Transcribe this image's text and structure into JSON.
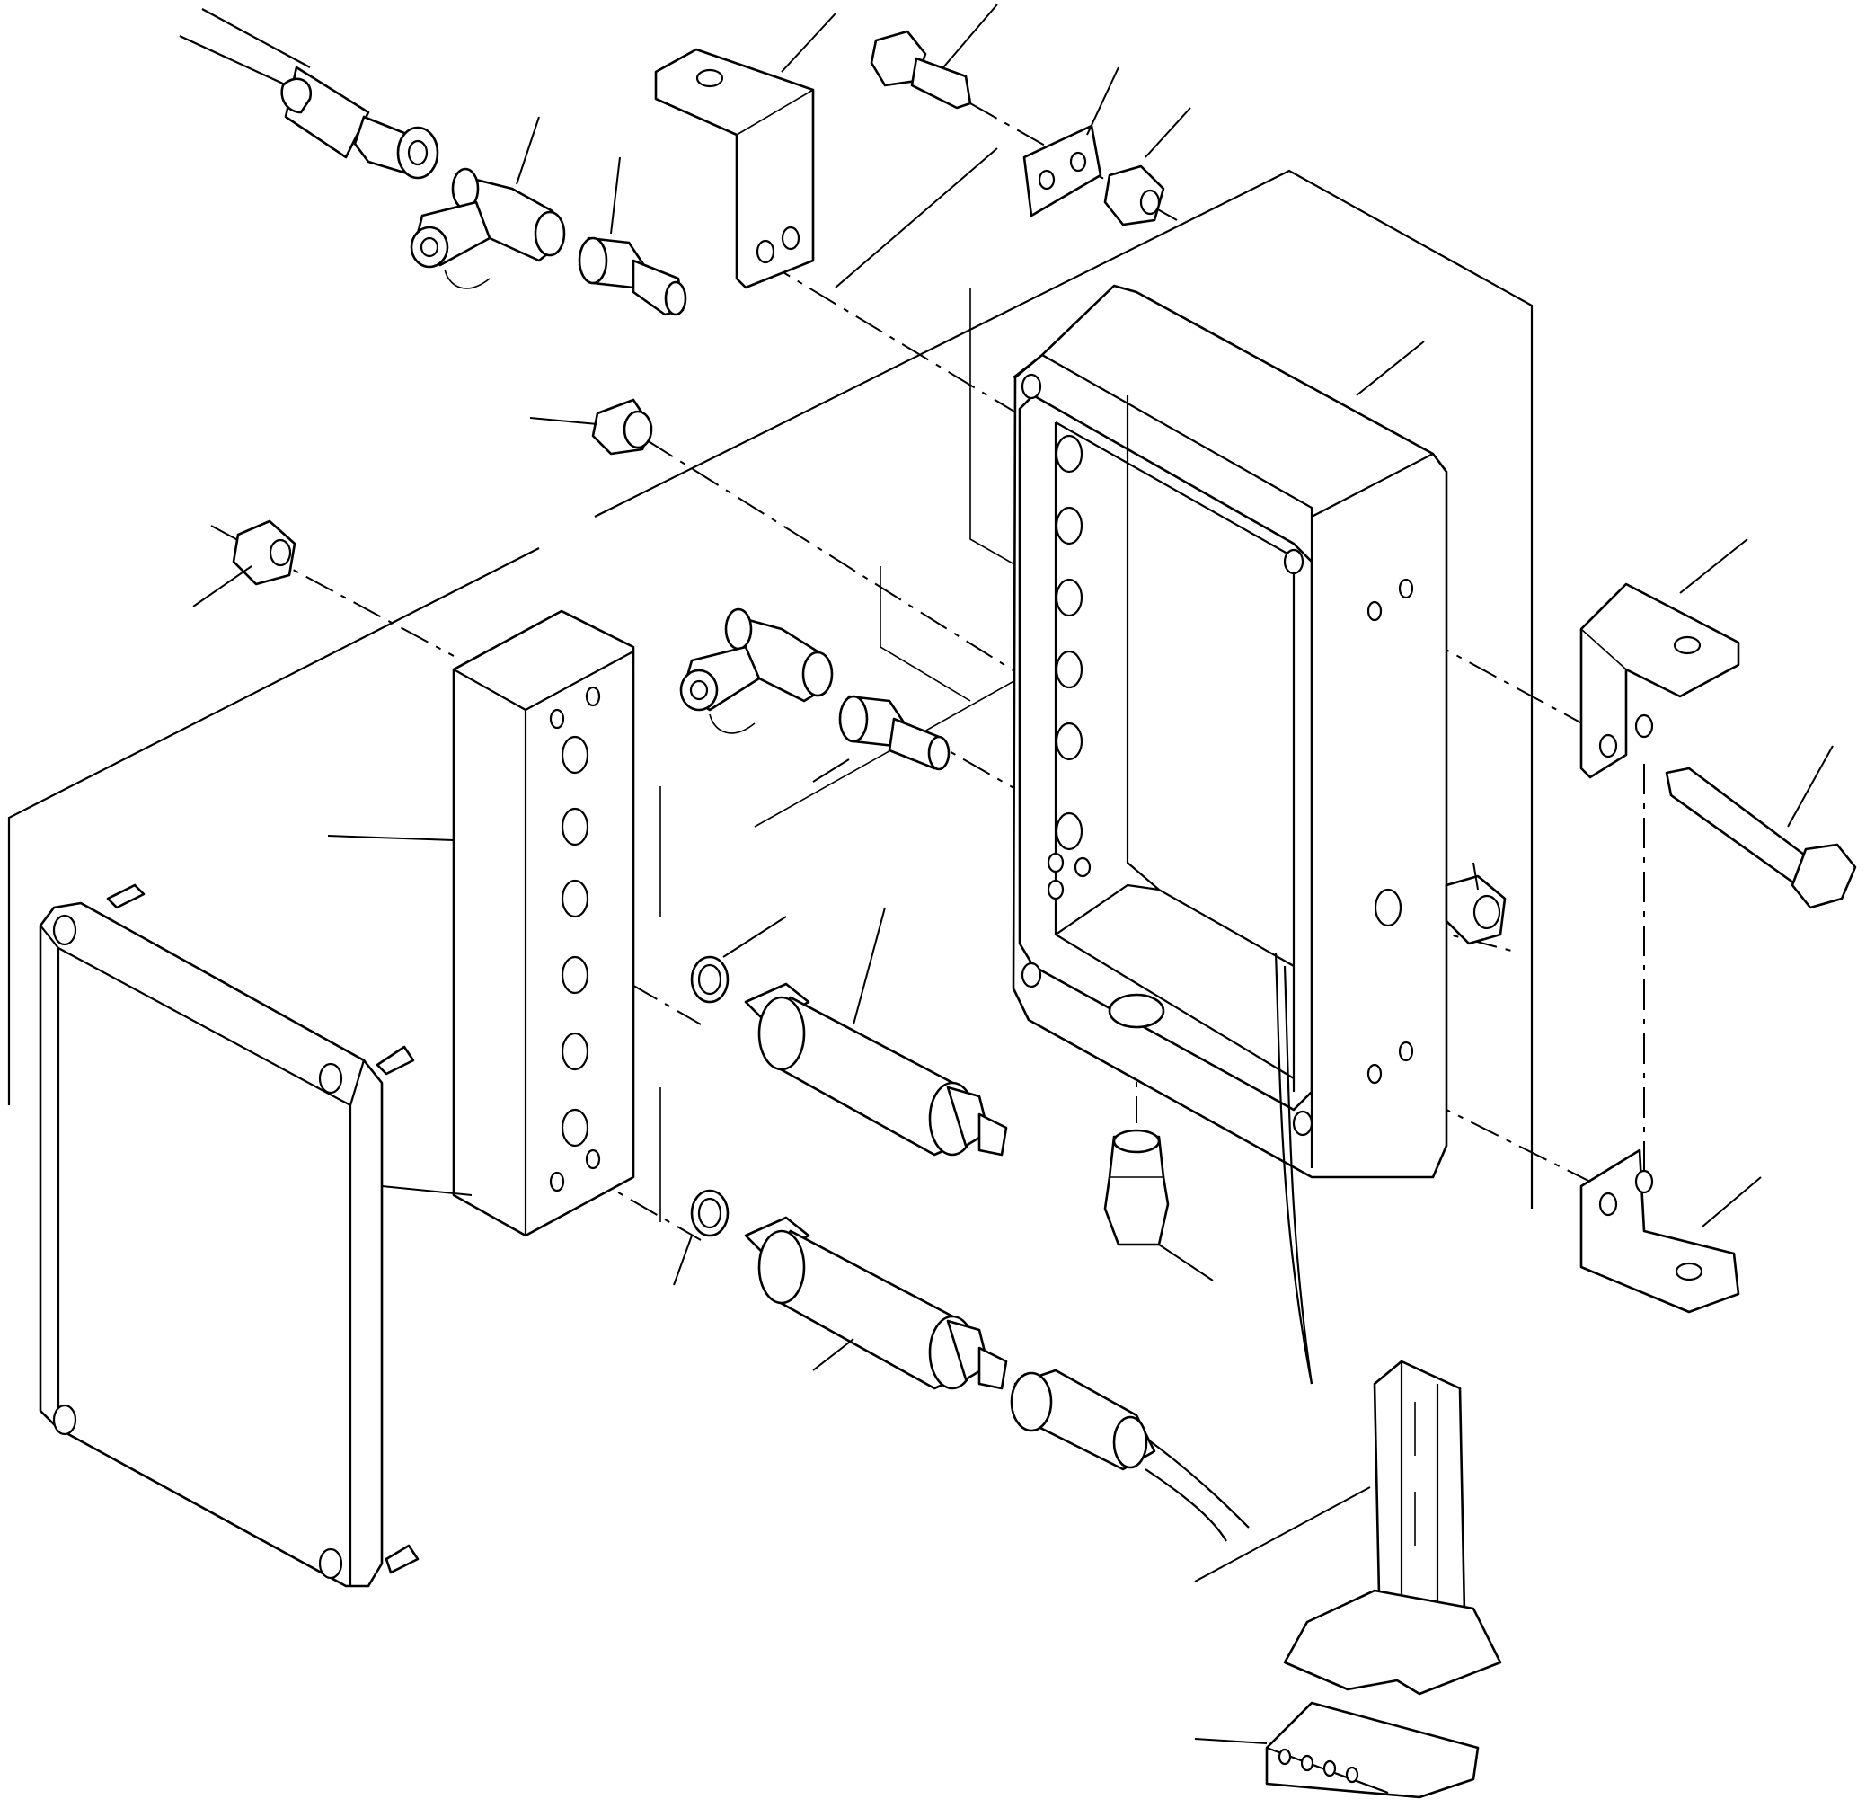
{
  "diagram": {
    "style": "exploded-view line drawing",
    "parts": [
      "hydraulic-hose",
      "tee-fitting-upper",
      "adapter-upper",
      "bracket-upper-left",
      "bolt-upper",
      "plate",
      "nut-upper",
      "enclosure-box",
      "plug",
      "nut-left",
      "manifold-block",
      "tee-fitting-middle",
      "adapter-middle",
      "bracket-right-upper",
      "long-bolt",
      "seal-ring-upper",
      "filter-upper",
      "nut-side",
      "cover-plate",
      "seal-ring-lower",
      "filter-lower",
      "connector-bottom",
      "sensor-cable-connector",
      "din-rail",
      "terminal-block",
      "wire"
    ],
    "callout_labels": []
  },
  "colors": {
    "ink": "#000000",
    "paper": "#ffffff"
  }
}
